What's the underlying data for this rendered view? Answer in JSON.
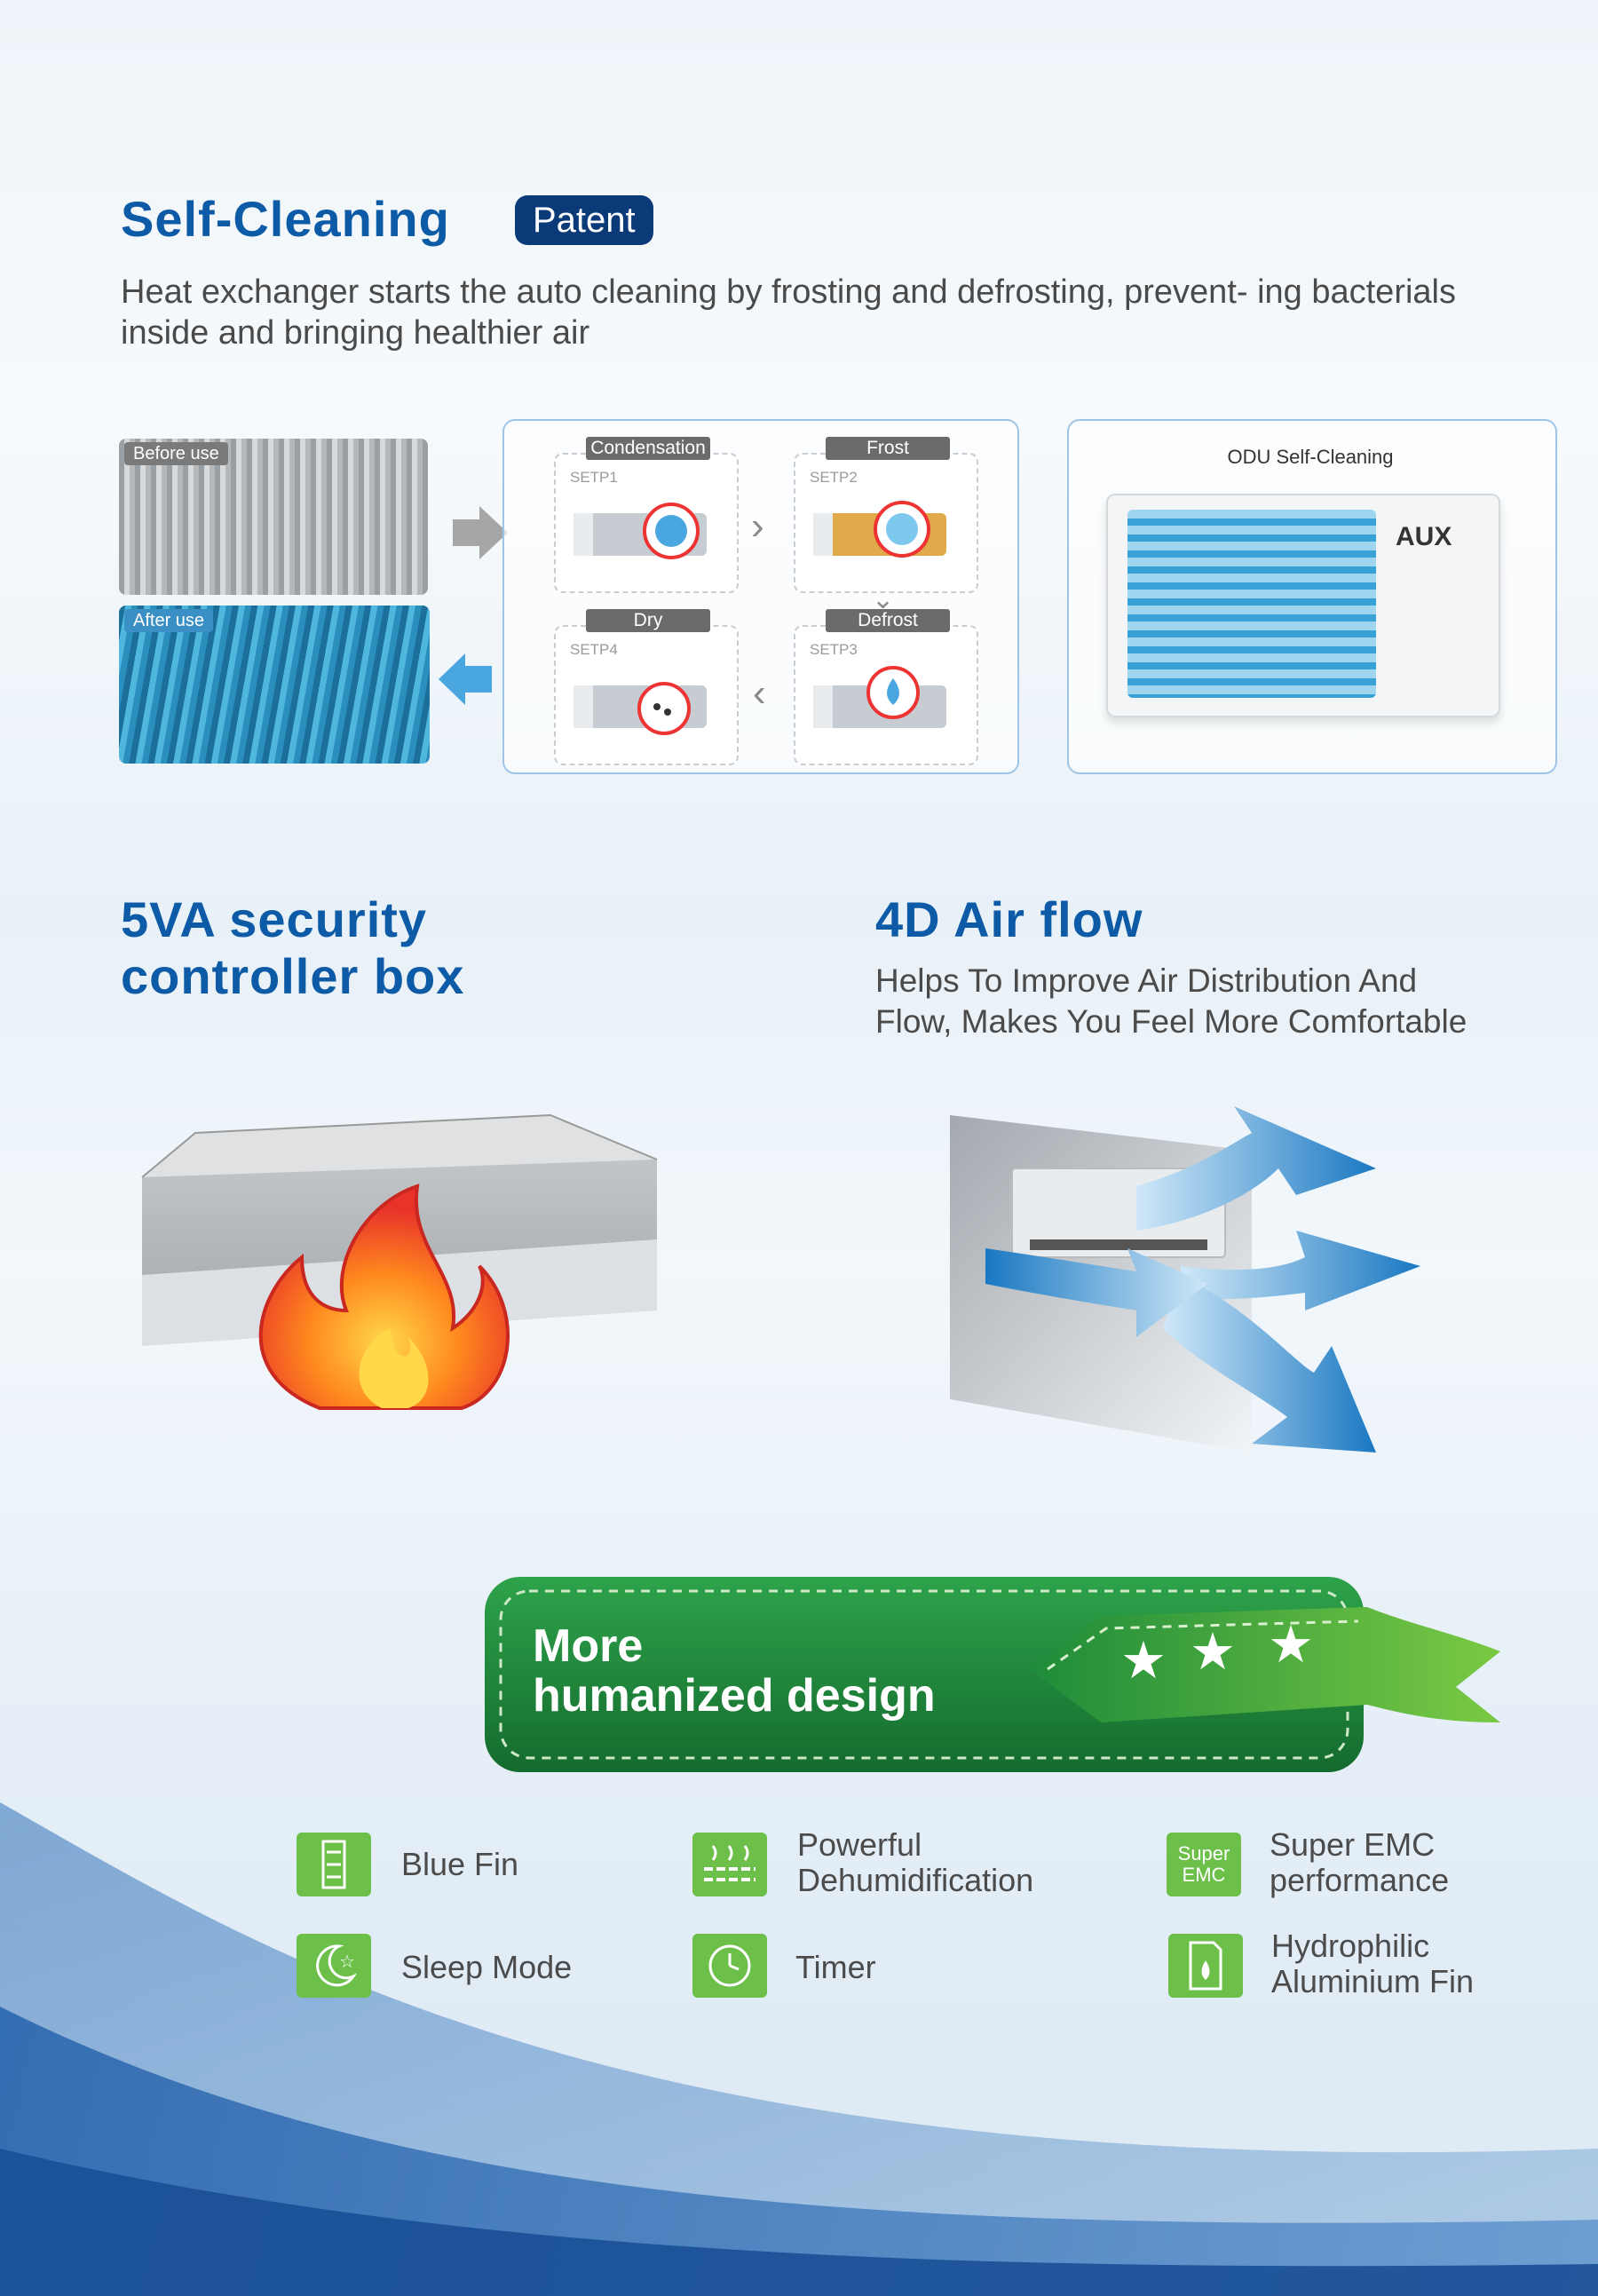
{
  "self_cleaning": {
    "title": "Self-Cleaning",
    "badge": "Patent",
    "description": "Heat exchanger starts the auto cleaning by frosting and defrosting, prevent- ing bacterials inside and bringing healthier air",
    "before_label": "Before use",
    "after_label": "After use",
    "steps": [
      {
        "tag": "Condensation",
        "num": "SETP1"
      },
      {
        "tag": "Frost",
        "num": "SETP2"
      },
      {
        "tag": "Defrost",
        "num": "SETP3"
      },
      {
        "tag": "Dry",
        "num": "SETP4"
      }
    ],
    "odu_title": "ODU Self-Cleaning",
    "odu_brand": "AUX"
  },
  "controller_box": {
    "title_line1": "5VA security",
    "title_line2": "controller box"
  },
  "air_flow": {
    "title": "4D Air flow",
    "description": "Helps To Improve Air Distribution And Flow, Makes You Feel More Comfortable"
  },
  "banner": {
    "line1": "More",
    "line2": "humanized  design"
  },
  "features": [
    {
      "icon": "blue-fin-icon",
      "label": "Blue Fin"
    },
    {
      "icon": "dehumidification-icon",
      "label": "Powerful Dehumidification"
    },
    {
      "icon": "super-emc-icon",
      "icon_text": "Super EMC",
      "label": "Super EMC performance"
    },
    {
      "icon": "sleep-mode-icon",
      "label": "Sleep Mode"
    },
    {
      "icon": "timer-icon",
      "label": "Timer"
    },
    {
      "icon": "hydrophilic-fin-icon",
      "label": "Hydrophilic Aluminium Fin"
    }
  ],
  "colors": {
    "heading_blue": "#0d5aa7",
    "patent_navy": "#0b3a78",
    "icon_green": "#6cc04a",
    "banner_green": "#1f8a3a"
  }
}
